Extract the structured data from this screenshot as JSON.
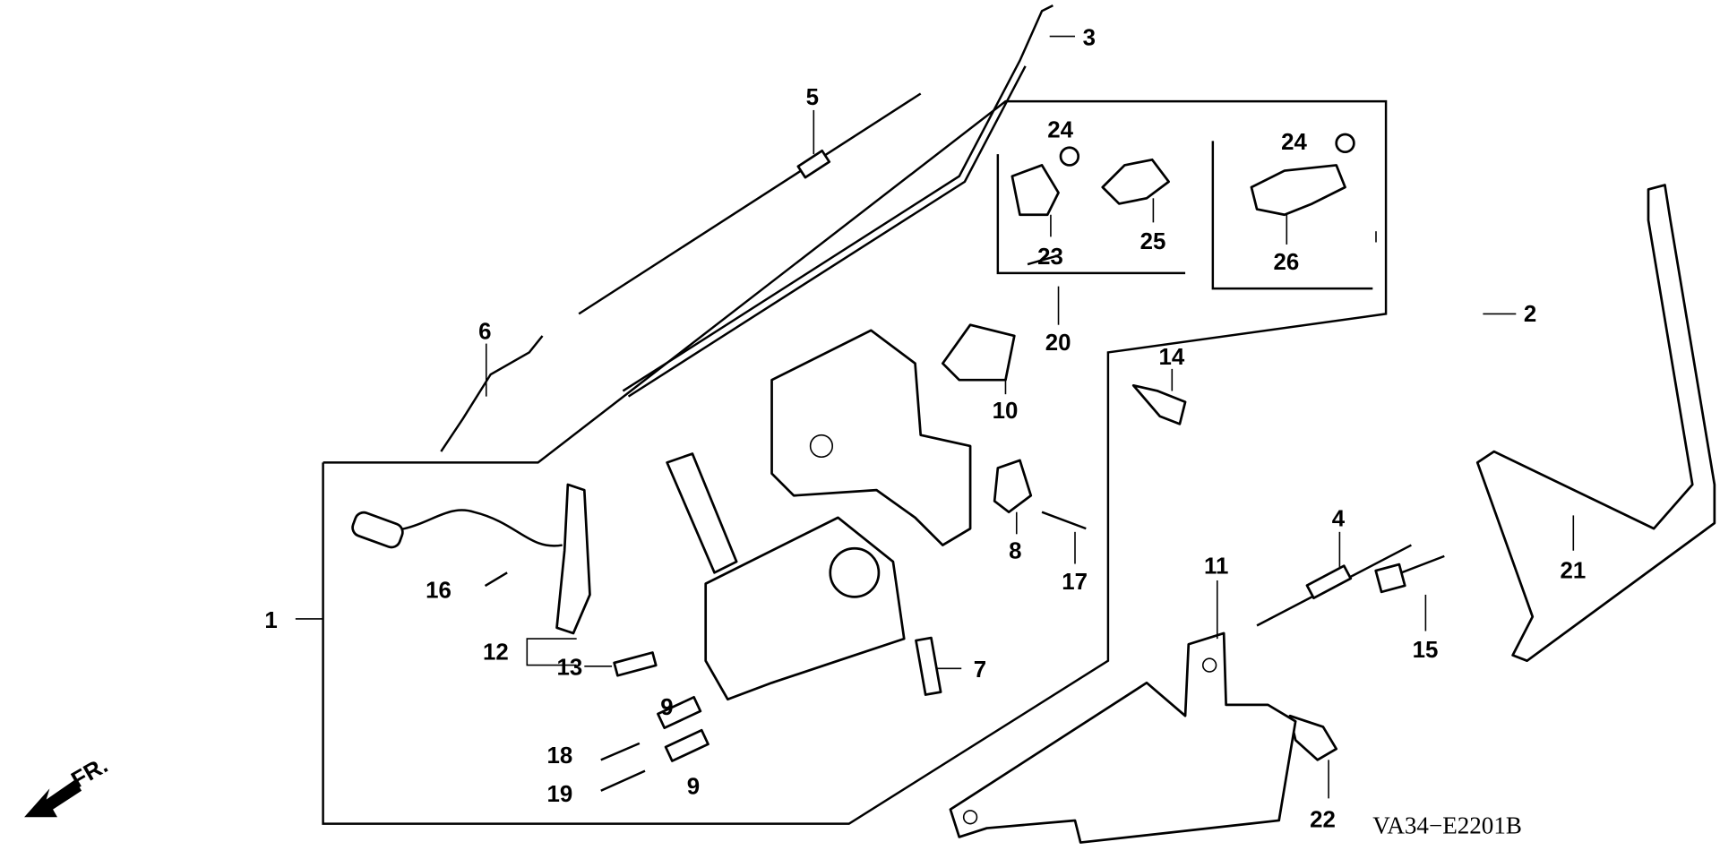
{
  "diagram": {
    "code": "VA34−E2201B",
    "front_marker": "FR.",
    "callouts": [
      "1",
      "2",
      "3",
      "4",
      "5",
      "6",
      "7",
      "8",
      "9",
      "9",
      "10",
      "11",
      "12",
      "13",
      "14",
      "15",
      "16",
      "17",
      "18",
      "19",
      "20",
      "21",
      "22",
      "23",
      "24",
      "24",
      "25",
      "26"
    ]
  }
}
